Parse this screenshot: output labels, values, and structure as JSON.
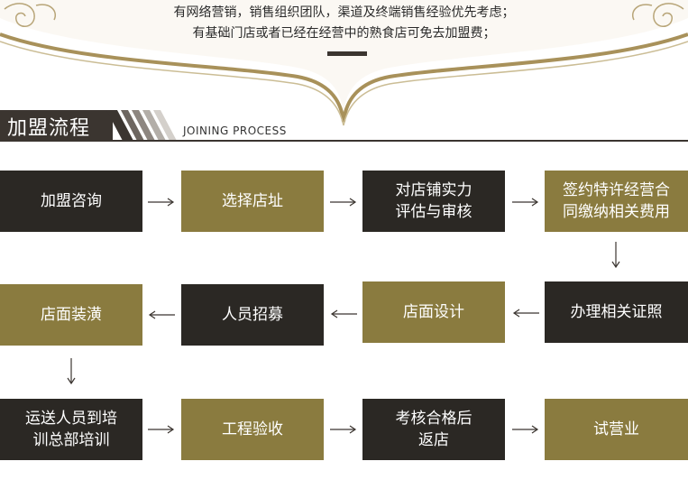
{
  "intro": {
    "line1": "有网络营销，销售组织团队，渠道及终端销售经验优先考虑；",
    "line2": "有基础门店或者已经在经营中的熟食店可免去加盟费；"
  },
  "section": {
    "title": "加盟流程",
    "subtitle": "JOINING PROCESS"
  },
  "steps": [
    {
      "label": "加盟咨询"
    },
    {
      "label": "选择店址"
    },
    {
      "label": "对店铺实力\n评估与审核"
    },
    {
      "label": "签约特许经营合\n同缴纳相关费用"
    },
    {
      "label": "办理相关证照"
    },
    {
      "label": "店面设计"
    },
    {
      "label": "人员招募"
    },
    {
      "label": "店面装潢"
    },
    {
      "label": "运送人员到培\n训总部培训"
    },
    {
      "label": "工程验收"
    },
    {
      "label": "考核合格后\n返店"
    },
    {
      "label": "试营业"
    }
  ],
  "colors": {
    "dark": "#2b2824",
    "olive": "#8a7b3f",
    "gold": "#a8915a"
  }
}
